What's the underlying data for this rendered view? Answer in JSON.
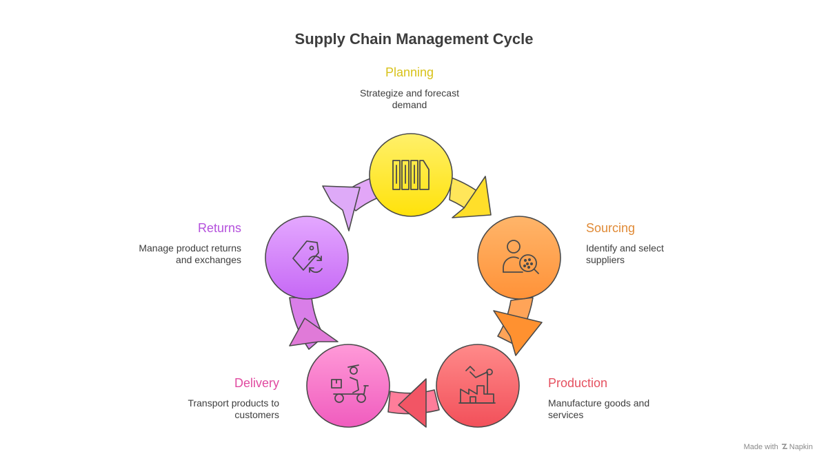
{
  "title": "Supply Chain Management Cycle",
  "stages": [
    {
      "key": "planning",
      "title": "Planning",
      "description_line1": "Strategize and forecast",
      "description_line2": "demand",
      "color": "#f5d31a",
      "icon": "columns-icon"
    },
    {
      "key": "sourcing",
      "title": "Sourcing",
      "description_line1": "Identify and select",
      "description_line2": "suppliers",
      "color": "#ea8a34",
      "icon": "user-search-icon"
    },
    {
      "key": "production",
      "title": "Production",
      "description_line1": "Manufacture goods and",
      "description_line2": "services",
      "color": "#e64e5e",
      "icon": "factory-robot-arm-icon"
    },
    {
      "key": "delivery",
      "title": "Delivery",
      "description_line1": "Transport products to",
      "description_line2": "customers",
      "color": "#e0489a",
      "icon": "delivery-scooter-icon"
    },
    {
      "key": "returns",
      "title": "Returns",
      "description_line1": "Manage product returns",
      "description_line2": "and exchanges",
      "color": "#b24fde",
      "icon": "tag-return-icon"
    }
  ],
  "footer": {
    "made_with": "Made with",
    "brand": "Napkin"
  }
}
